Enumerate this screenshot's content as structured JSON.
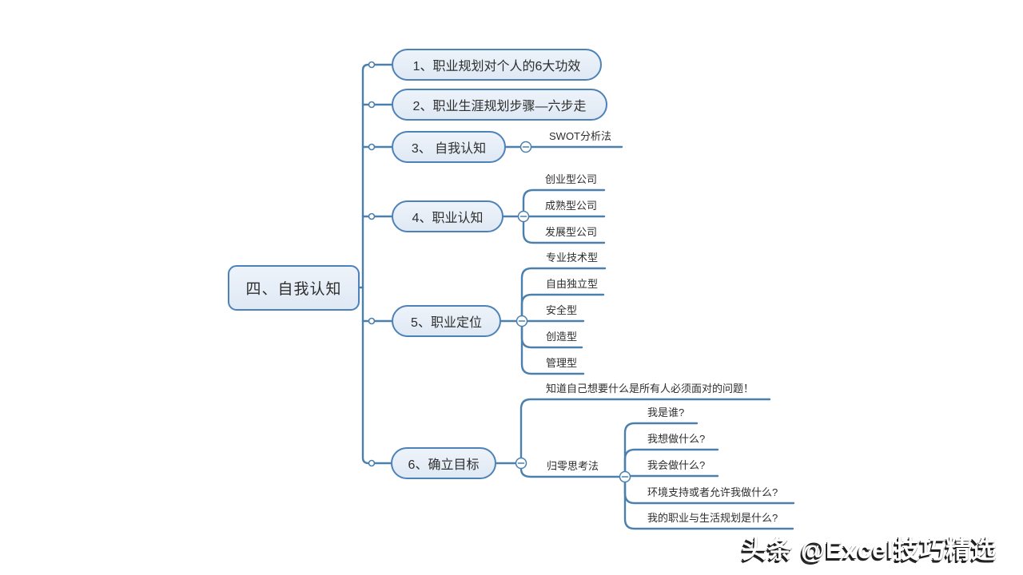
{
  "root": {
    "label": "四、自我认知"
  },
  "branches": [
    {
      "label": "1、职业规划对个人的6大功效",
      "children": []
    },
    {
      "label": "2、职业生涯规划步骤—六步走",
      "children": []
    },
    {
      "label": "3、 自我认知",
      "children": [
        {
          "label": "SWOT分析法"
        }
      ]
    },
    {
      "label": "4、职业认知",
      "children": [
        {
          "label": "创业型公司"
        },
        {
          "label": "成熟型公司"
        },
        {
          "label": "发展型公司"
        }
      ]
    },
    {
      "label": "5、职业定位",
      "children": [
        {
          "label": "专业技术型"
        },
        {
          "label": "自由独立型"
        },
        {
          "label": "安全型"
        },
        {
          "label": "创造型"
        },
        {
          "label": "管理型"
        }
      ]
    },
    {
      "label": "6、确立目标",
      "children": [
        {
          "label": "知道自己想要什么是所有人必须面对的问题！"
        },
        {
          "label": "归零思考法",
          "children": [
            {
              "label": "我是谁?"
            },
            {
              "label": "我想做什么?"
            },
            {
              "label": "我会做什么?"
            },
            {
              "label": "环境支持或者允许我做什么?"
            },
            {
              "label": "我的职业与生活规划是什么?"
            }
          ]
        }
      ]
    }
  ],
  "watermark": {
    "text": "头条 @Excel技巧精选"
  },
  "colors": {
    "line": "#4b80ad",
    "node_border": "#4d82b8",
    "node_fill_top": "#eef3fa",
    "node_fill_bottom": "#dfe9f4",
    "text": "#2e2e2e",
    "bg": "#ffffff"
  }
}
